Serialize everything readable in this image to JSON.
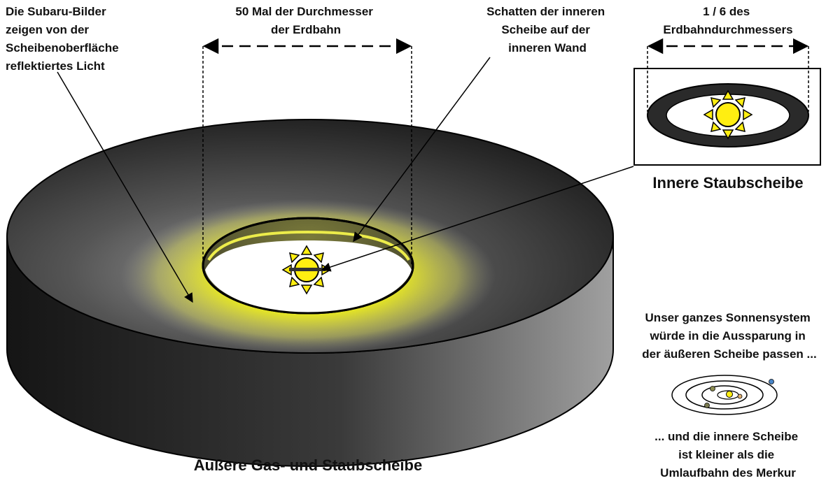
{
  "labels": {
    "subaru_note": [
      "Die Subaru-Bilder",
      "zeigen von der",
      "Scheibenoberfläche",
      "reflektiertes Licht"
    ],
    "outer_diameter": [
      "50 Mal der Durchmesser",
      "der Erdbahn"
    ],
    "shadow_note": [
      "Schatten der inneren",
      "Scheibe auf der",
      "inneren Wand"
    ],
    "inner_diameter": [
      "1 / 6 des",
      "Erdbahndurchmessers"
    ],
    "inner_disk_title": "Innere Staubscheibe",
    "outer_disk_title": "Äußere Gas- und Staubscheibe",
    "solar_system_note": [
      "Unser ganzes Sonnensystem",
      "würde in die Aussparung in",
      "der äußeren Scheibe passen ..."
    ],
    "mercury_note": [
      "... und die innere Scheibe",
      "ist kleiner als die",
      "Umlaufbahn des Merkur"
    ]
  },
  "icons": {
    "sun": "sun-icon",
    "planets": "planet-icon"
  },
  "colors": {
    "glow": "#f2f21a",
    "sun": "#ffee11",
    "disk_dark": "#1e1e1e",
    "disk_side": "#8a8a8a",
    "earth_blue": "#4a86c8",
    "planet_olive": "#8a8a50",
    "planet_peach": "#e0b070"
  }
}
